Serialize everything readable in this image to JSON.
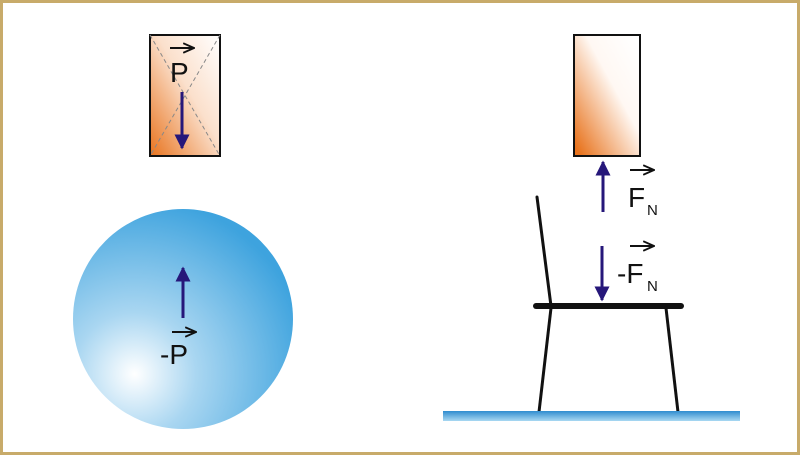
{
  "labels": {
    "weight": "P",
    "earth_reaction": "-P",
    "normal": "F",
    "normal_sub": "N",
    "neg_normal": "-F",
    "neg_normal_sub": "N"
  },
  "colors": {
    "frame": "#c8ab6a",
    "arrow": "#26177a",
    "block_orange": "#e8731d",
    "sphere_light": "#ffffff",
    "sphere_dark": "#3ea3de",
    "chair": "#111111",
    "floor": "#5bb0de"
  }
}
